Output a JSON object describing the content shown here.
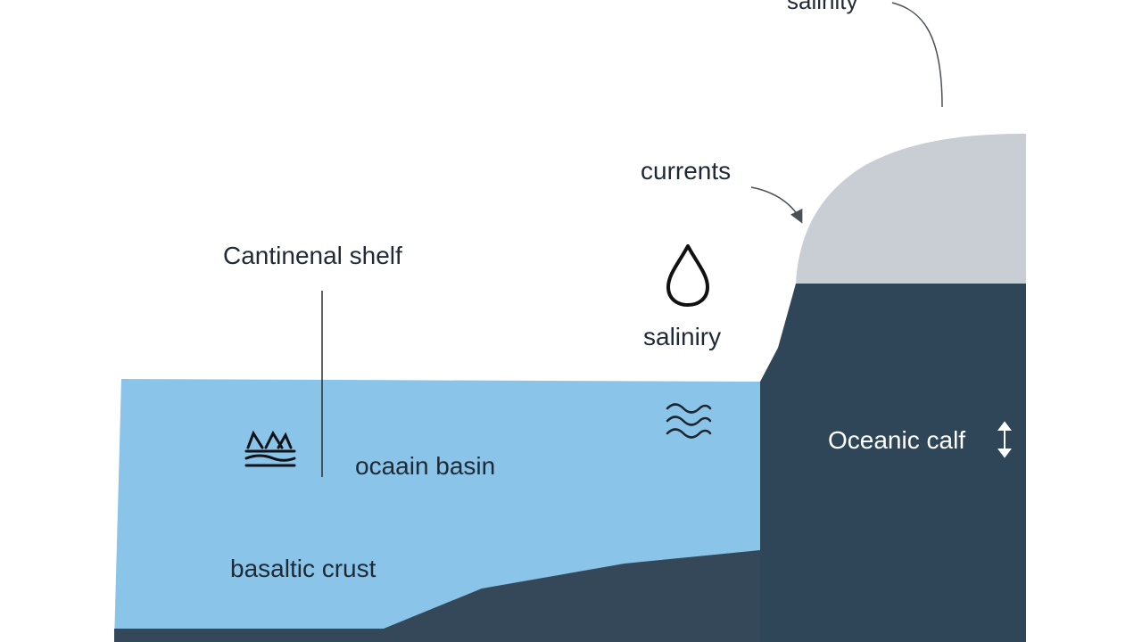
{
  "labels": {
    "salinity_top": "salinity",
    "currents": "currents",
    "continental_shelf": "Cantinenal shelf",
    "salinity_mid": "saliniry",
    "ocean_basin": "ocaain basin",
    "basaltic_crust": "basaltic crust",
    "oceanic_calf": "Oceanic calf"
  },
  "colors": {
    "water": "#8ac4e8",
    "deep": "#2f4659",
    "crust_band": "#34485a",
    "cap": "#c9ced4",
    "ink": "#1f2a36",
    "arrow": "#4a4f55",
    "background": "#ffffff"
  },
  "icons": {
    "water_drop": "water-drop-icon",
    "wave": "wave-icon",
    "ship_waves": "ship-waves-icon",
    "vertical_double_arrow": "vertical-double-arrow-icon"
  }
}
